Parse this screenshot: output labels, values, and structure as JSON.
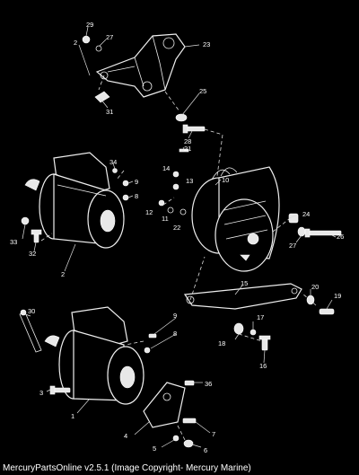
{
  "footer": {
    "caption": "MercuryPartsOnline v2.5.1 (Image Copyright- Mercury Marine)"
  },
  "callouts": {
    "c1": "1",
    "c2": "2",
    "c3": "3",
    "c4": "4",
    "c5": "5",
    "c6": "6",
    "c7": "7",
    "c8a": "8",
    "c8b": "8",
    "c9a": "9",
    "c9b": "9",
    "c10": "10",
    "c11": "11",
    "c12": "12",
    "c13": "13",
    "c14": "14",
    "c15": "15",
    "c16": "16",
    "c17": "17",
    "c18": "18",
    "c19": "19",
    "c20": "20",
    "c21": "21",
    "c22": "22",
    "c23": "23",
    "c24": "24",
    "c25": "25",
    "c26": "26",
    "c27a": "27",
    "c27b": "27",
    "c28": "28",
    "c29": "29",
    "c30": "30",
    "c31": "31",
    "c32": "32",
    "c33": "33",
    "c34": "34",
    "c36": "36"
  }
}
